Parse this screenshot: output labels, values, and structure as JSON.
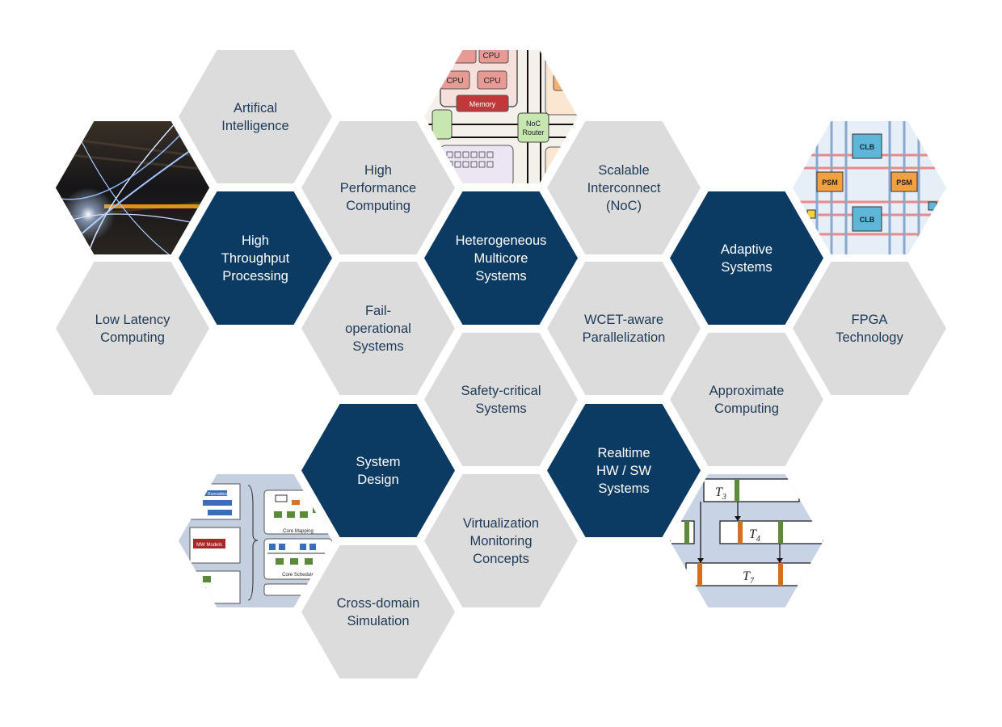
{
  "colors": {
    "gray": "#dcdcdc",
    "navy": "#0b3a63",
    "gray_text": "#1e3a56",
    "navy_text": "#ffffff"
  },
  "hexes": [
    {
      "name": "artificial-intelligence",
      "label": "Artifical\nIntelligence",
      "style": "gray"
    },
    {
      "name": "high-performance-computing",
      "label": "High\nPerformance\nComputing",
      "style": "gray"
    },
    {
      "name": "scalable-interconnect",
      "label": "Scalable\nInterconnect\n(NoC)",
      "style": "gray"
    },
    {
      "name": "high-throughput-processing",
      "label": "High\nThroughput\nProcessing",
      "style": "navy"
    },
    {
      "name": "heterogeneous-multicore",
      "label": "Heterogeneous\nMulticore\nSystems",
      "style": "navy"
    },
    {
      "name": "adaptive-systems",
      "label": "Adaptive\nSystems",
      "style": "navy"
    },
    {
      "name": "low-latency-computing",
      "label": "Low Latency\nComputing",
      "style": "gray"
    },
    {
      "name": "fail-operational-systems",
      "label": "Fail-\noperational\nSystems",
      "style": "gray"
    },
    {
      "name": "wcet-aware-parallelization",
      "label": "WCET-aware\nParallelization",
      "style": "gray"
    },
    {
      "name": "fpga-technology",
      "label": "FPGA\nTechnology",
      "style": "gray"
    },
    {
      "name": "safety-critical-systems",
      "label": "Safety-critical\nSystems",
      "style": "gray"
    },
    {
      "name": "approximate-computing",
      "label": "Approximate\nComputing",
      "style": "gray"
    },
    {
      "name": "system-design",
      "label": "System\nDesign",
      "style": "navy"
    },
    {
      "name": "realtime-hw-sw-systems",
      "label": "Realtime\nHW / SW\nSystems",
      "style": "navy"
    },
    {
      "name": "virtualization-monitoring",
      "label": "Virtualization\nMonitoring\nConcepts",
      "style": "gray"
    },
    {
      "name": "cross-domain-simulation",
      "label": "Cross-domain\nSimulation",
      "style": "gray"
    }
  ],
  "images": {
    "multicore": {
      "cpu": "CPU",
      "memory": "Memory",
      "noc_router": "NoC\nRouter"
    },
    "fpga": {
      "clb": "CLB",
      "psm": "PSM"
    },
    "design_flow": {
      "runnables": "Runnables",
      "core_mapping": "Core Mapping",
      "core_schedule": "Core Schedule",
      "mw_models": "MW Models"
    },
    "timing": {
      "t3": "T",
      "t3_sub": "3",
      "t4": "T",
      "t4_sub": "4",
      "t7": "T",
      "t7_sub": "7"
    }
  }
}
